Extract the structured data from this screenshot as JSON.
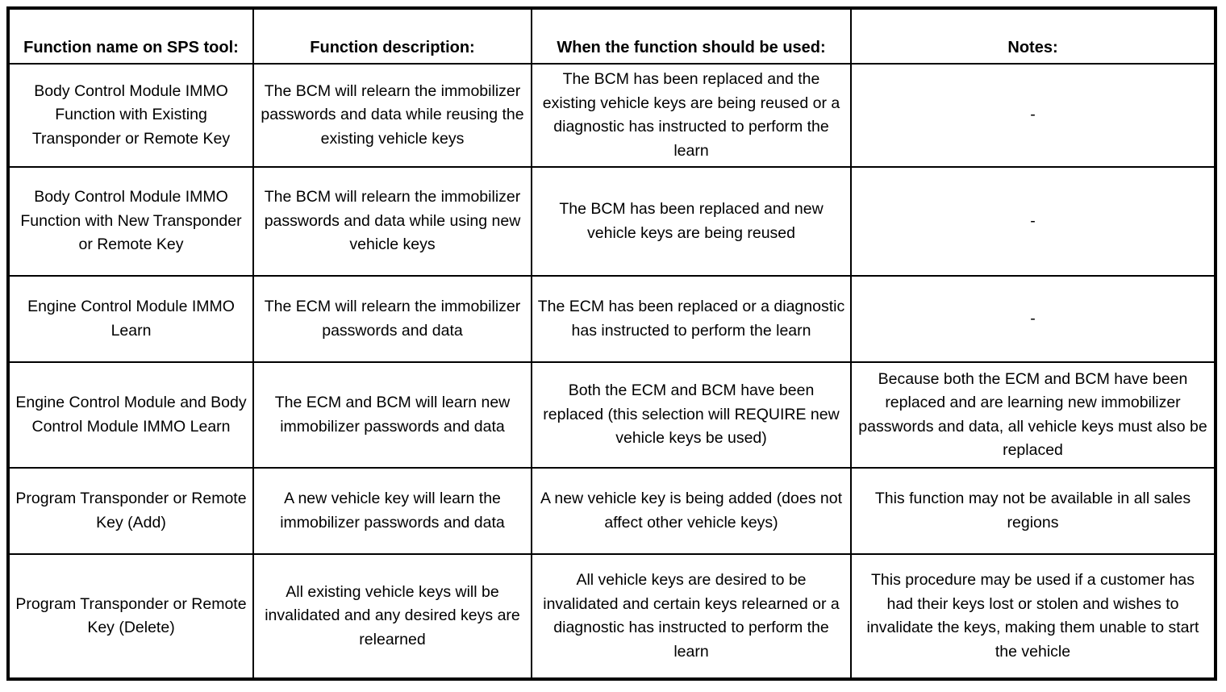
{
  "table": {
    "headers": {
      "function_name": "Function name on SPS tool:",
      "description": "Function description:",
      "when_used": "When the function should be used:",
      "notes": "Notes:"
    },
    "rows": [
      {
        "function_name": "Body Control Module IMMO Function with Existing Transponder or Remote Key",
        "description": "The BCM will relearn the immobilizer passwords and data while reusing the existing vehicle keys",
        "when_used": "The BCM has been replaced and the existing vehicle keys are being reused or a diagnostic has instructed to perform the learn",
        "notes": "-"
      },
      {
        "function_name": "Body Control Module IMMO Function with New Transponder or Remote Key",
        "description": "The BCM will relearn the immobilizer passwords and data while using new vehicle keys",
        "when_used": "The BCM has been replaced and new vehicle keys are being reused",
        "notes": "-"
      },
      {
        "function_name": "Engine Control Module IMMO Learn",
        "description": "The ECM will relearn the immobilizer passwords and data",
        "when_used": "The ECM has been replaced or a diagnostic has instructed to perform the learn",
        "notes": "-"
      },
      {
        "function_name": "Engine Control Module and Body Control Module IMMO Learn",
        "description": "The ECM and BCM will learn new immobilizer passwords and data",
        "when_used": "Both the ECM and BCM have been replaced (this selection will REQUIRE new vehicle keys be used)",
        "notes": "Because both the ECM and BCM have been replaced and are learning new immobilizer passwords and data, all vehicle keys must also be replaced"
      },
      {
        "function_name": "Program Transponder or Remote Key (Add)",
        "description": "A new vehicle key will learn the immobilizer passwords and data",
        "when_used": "A new vehicle key is being added (does not affect other vehicle keys)",
        "notes": "This function may not be available in all sales regions"
      },
      {
        "function_name": "Program Transponder or Remote Key (Delete)",
        "description": "All existing vehicle keys will be invalidated and any desired keys are relearned",
        "when_used": "All vehicle keys are desired to be invalidated and certain keys relearned or a diagnostic has instructed to perform the learn",
        "notes": "This procedure may be used if a customer has had their keys lost or stolen and wishes to invalidate the keys, making them unable to start the vehicle"
      }
    ]
  }
}
